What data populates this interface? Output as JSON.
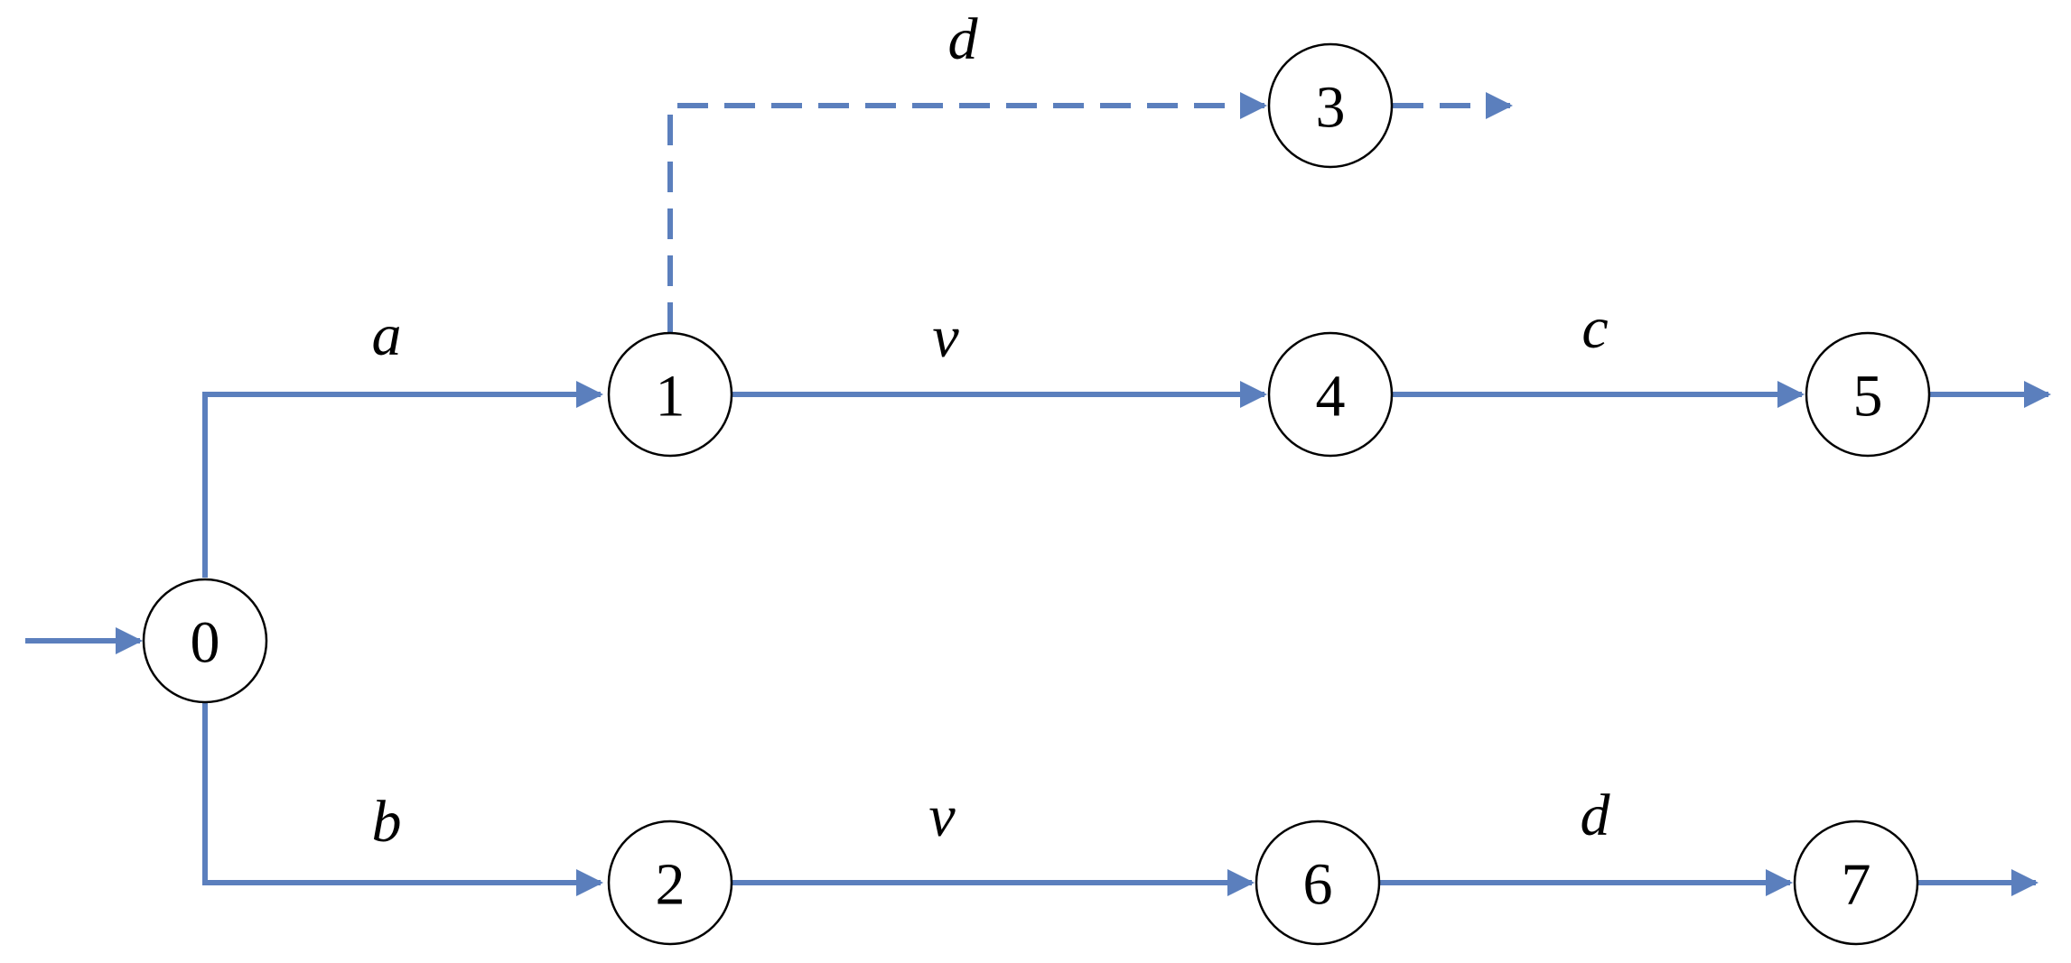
{
  "diagram": {
    "colors": {
      "edge": "#5b7fbd",
      "node_stroke": "#000000",
      "node_fill": "#ffffff",
      "text": "#000000"
    },
    "nodes": [
      {
        "id": "0",
        "label": "0"
      },
      {
        "id": "1",
        "label": "1"
      },
      {
        "id": "2",
        "label": "2"
      },
      {
        "id": "3",
        "label": "3"
      },
      {
        "id": "4",
        "label": "4"
      },
      {
        "id": "5",
        "label": "5"
      },
      {
        "id": "6",
        "label": "6"
      },
      {
        "id": "7",
        "label": "7"
      }
    ],
    "edges": [
      {
        "id": "start",
        "from": "",
        "to": "0",
        "label": "",
        "style": "solid"
      },
      {
        "id": "0-1",
        "from": "0",
        "to": "1",
        "label": "a",
        "style": "solid"
      },
      {
        "id": "0-2",
        "from": "0",
        "to": "2",
        "label": "b",
        "style": "solid"
      },
      {
        "id": "1-3",
        "from": "1",
        "to": "3",
        "label": "d",
        "style": "dashed"
      },
      {
        "id": "3-out",
        "from": "3",
        "to": "",
        "label": "",
        "style": "dashed"
      },
      {
        "id": "1-4",
        "from": "1",
        "to": "4",
        "label": "v",
        "style": "solid"
      },
      {
        "id": "4-5",
        "from": "4",
        "to": "5",
        "label": "c",
        "style": "solid"
      },
      {
        "id": "5-out",
        "from": "5",
        "to": "",
        "label": "",
        "style": "solid"
      },
      {
        "id": "2-6",
        "from": "2",
        "to": "6",
        "label": "v",
        "style": "solid"
      },
      {
        "id": "6-7",
        "from": "6",
        "to": "7",
        "label": "d",
        "style": "solid"
      },
      {
        "id": "7-out",
        "from": "7",
        "to": "",
        "label": "",
        "style": "solid"
      }
    ]
  }
}
